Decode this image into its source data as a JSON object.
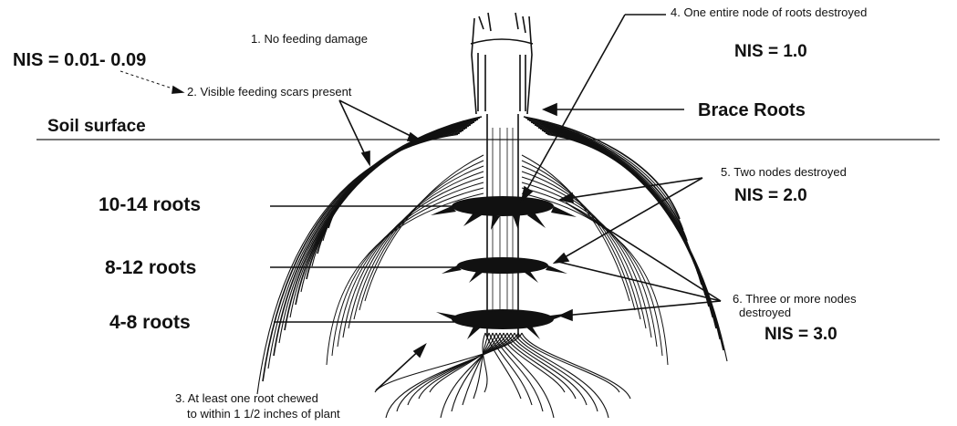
{
  "labels": {
    "nis_note": "NIS = 0.01- 0.09",
    "no_feeding": "1. No feeding damage",
    "visible_scars": "2. Visible feeding scars present",
    "chewed_line1": "3. At least one root chewed",
    "chewed_line2": "to within 1 1/2 inches of plant",
    "one_node": "4. One entire node of roots destroyed",
    "nis_1": "NIS = 1.0",
    "brace_roots": "Brace Roots",
    "soil_surface": "Soil surface",
    "two_nodes": "5. Two nodes destroyed",
    "nis_2": "NIS = 2.0",
    "three_nodes_line1": "6. Three or more nodes",
    "three_nodes_line2": "destroyed",
    "nis_3": "NIS = 3.0",
    "roots_top": "10-14 roots",
    "roots_mid": "8-12 roots",
    "roots_low": "4-8 roots"
  },
  "colors": {
    "ink": "#111111",
    "background": "#ffffff"
  }
}
